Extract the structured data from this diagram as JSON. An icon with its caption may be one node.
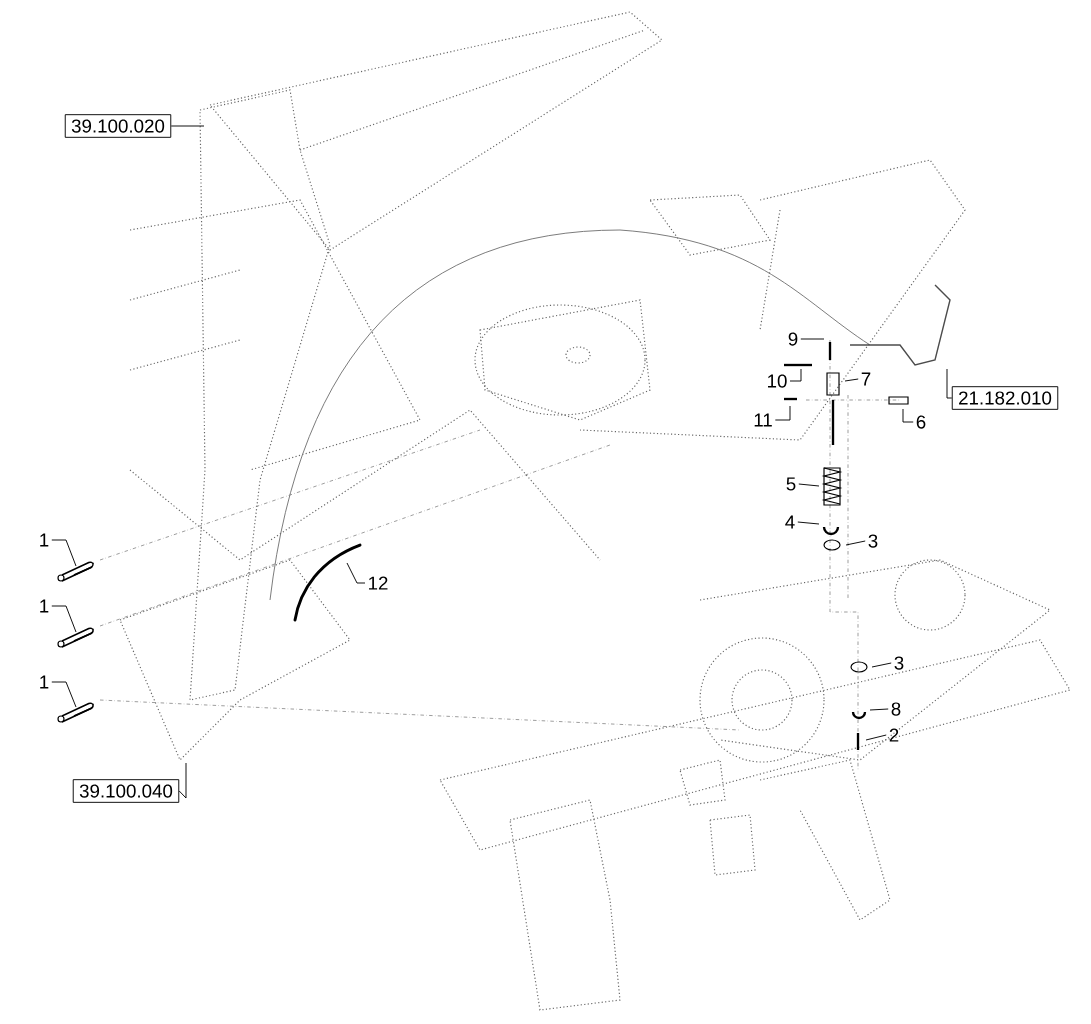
{
  "diagram": {
    "nodes": [
      {
        "text": [
          "39.100.020"
        ]
      },
      {
        "text": [
          "9"
        ]
      },
      {
        "text": [
          "10"
        ]
      },
      {
        "text": [
          "7"
        ]
      },
      {
        "text": [
          "21.182.010"
        ]
      },
      {
        "text": [
          "11"
        ]
      },
      {
        "text": [
          "6"
        ]
      },
      {
        "text": [
          "5"
        ]
      },
      {
        "text": [
          "4"
        ]
      },
      {
        "text": [
          "1"
        ]
      },
      {
        "text": [
          "3"
        ]
      },
      {
        "text": [
          "12"
        ]
      },
      {
        "text": [
          "1"
        ]
      },
      {
        "text": [
          "3"
        ]
      },
      {
        "text": [
          "1"
        ]
      },
      {
        "text": [
          "8"
        ]
      },
      {
        "text": [
          "2"
        ]
      },
      {
        "text": [
          "39.100.040"
        ]
      }
    ],
    "edges": [
      {
        "from": 0,
        "to": null,
        "arrow": "none"
      },
      {
        "from": 1,
        "to": null,
        "arrow": "none"
      },
      {
        "from": 2,
        "to": null,
        "arrow": "none"
      },
      {
        "from": 3,
        "to": null,
        "arrow": "none"
      },
      {
        "from": 4,
        "to": null,
        "arrow": "none"
      },
      {
        "from": 5,
        "to": null,
        "arrow": "none"
      },
      {
        "from": 6,
        "to": null,
        "arrow": "none"
      },
      {
        "from": 7,
        "to": null,
        "arrow": "none"
      },
      {
        "from": 8,
        "to": null,
        "arrow": "none"
      },
      {
        "from": 9,
        "to": null,
        "arrow": "none"
      },
      {
        "from": 10,
        "to": null,
        "arrow": "none"
      },
      {
        "from": 11,
        "to": null,
        "arrow": "none"
      },
      {
        "from": 12,
        "to": null,
        "arrow": "none"
      },
      {
        "from": 13,
        "to": null,
        "arrow": "none"
      },
      {
        "from": 14,
        "to": null,
        "arrow": "none"
      },
      {
        "from": 15,
        "to": null,
        "arrow": "none"
      },
      {
        "from": 16,
        "to": null,
        "arrow": "none"
      },
      {
        "from": 17,
        "to": null,
        "arrow": "none"
      }
    ]
  }
}
